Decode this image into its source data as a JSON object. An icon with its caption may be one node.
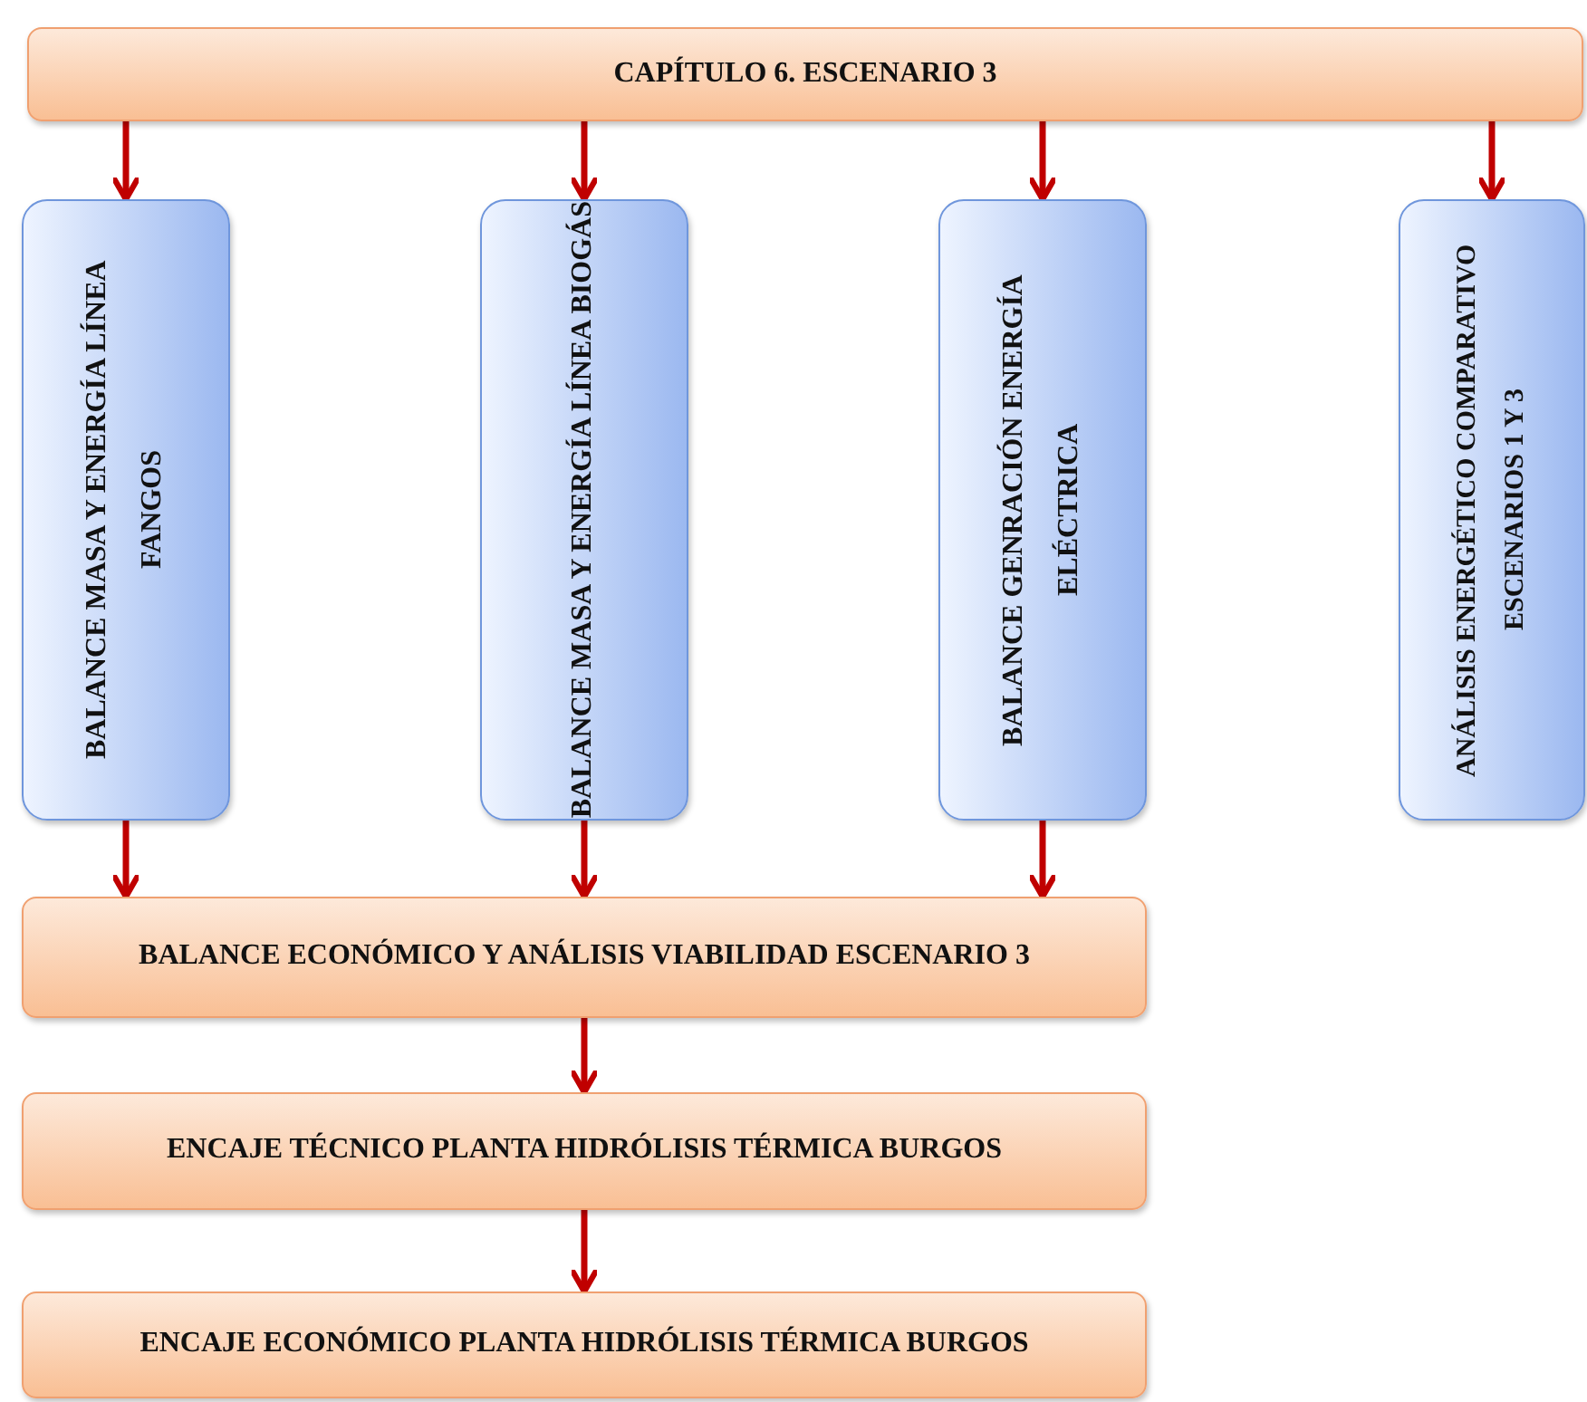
{
  "diagram": {
    "nodes": [
      {
        "text": [
          "CAPÍTULO 6. ESCENARIO 3"
        ]
      },
      {
        "text": [
          "BALANCE MASA Y ENERGÍA LÍNEA FANGOS"
        ]
      },
      {
        "text": [
          "BALANCE MASA Y ENERGÍA LÍNEA BIOGÁS"
        ]
      },
      {
        "text": [
          "BALANCE GENRACIÓN ENERGÍA ELÉCTRICA"
        ]
      },
      {
        "text": [
          "ANÁLISIS ENERGÉTICO COMPARATIVO ESCENARIOS 1 Y 3"
        ]
      },
      {
        "text": [
          "BALANCE ECONÓMICO Y ANÁLISIS VIABILIDAD ESCENARIO 3"
        ]
      },
      {
        "text": [
          "ENCAJE TÉCNICO PLANTA HIDRÓLISIS TÉRMICA BURGOS"
        ]
      },
      {
        "text": [
          "ENCAJE ECONÓMICO PLANTA HIDRÓLISIS TÉRMICA BURGOS"
        ]
      }
    ],
    "edges": [
      {
        "from": 0,
        "to": 1,
        "arrow": "to"
      },
      {
        "from": 0,
        "to": 2,
        "arrow": "to"
      },
      {
        "from": 0,
        "to": 3,
        "arrow": "to"
      },
      {
        "from": 0,
        "to": 4,
        "arrow": "to"
      },
      {
        "from": 1,
        "to": 5,
        "arrow": "to"
      },
      {
        "from": 2,
        "to": 5,
        "arrow": "to"
      },
      {
        "from": 3,
        "to": 5,
        "arrow": "to"
      },
      {
        "from": 5,
        "to": 6,
        "arrow": "to"
      },
      {
        "from": 6,
        "to": 7,
        "arrow": "to"
      }
    ]
  }
}
